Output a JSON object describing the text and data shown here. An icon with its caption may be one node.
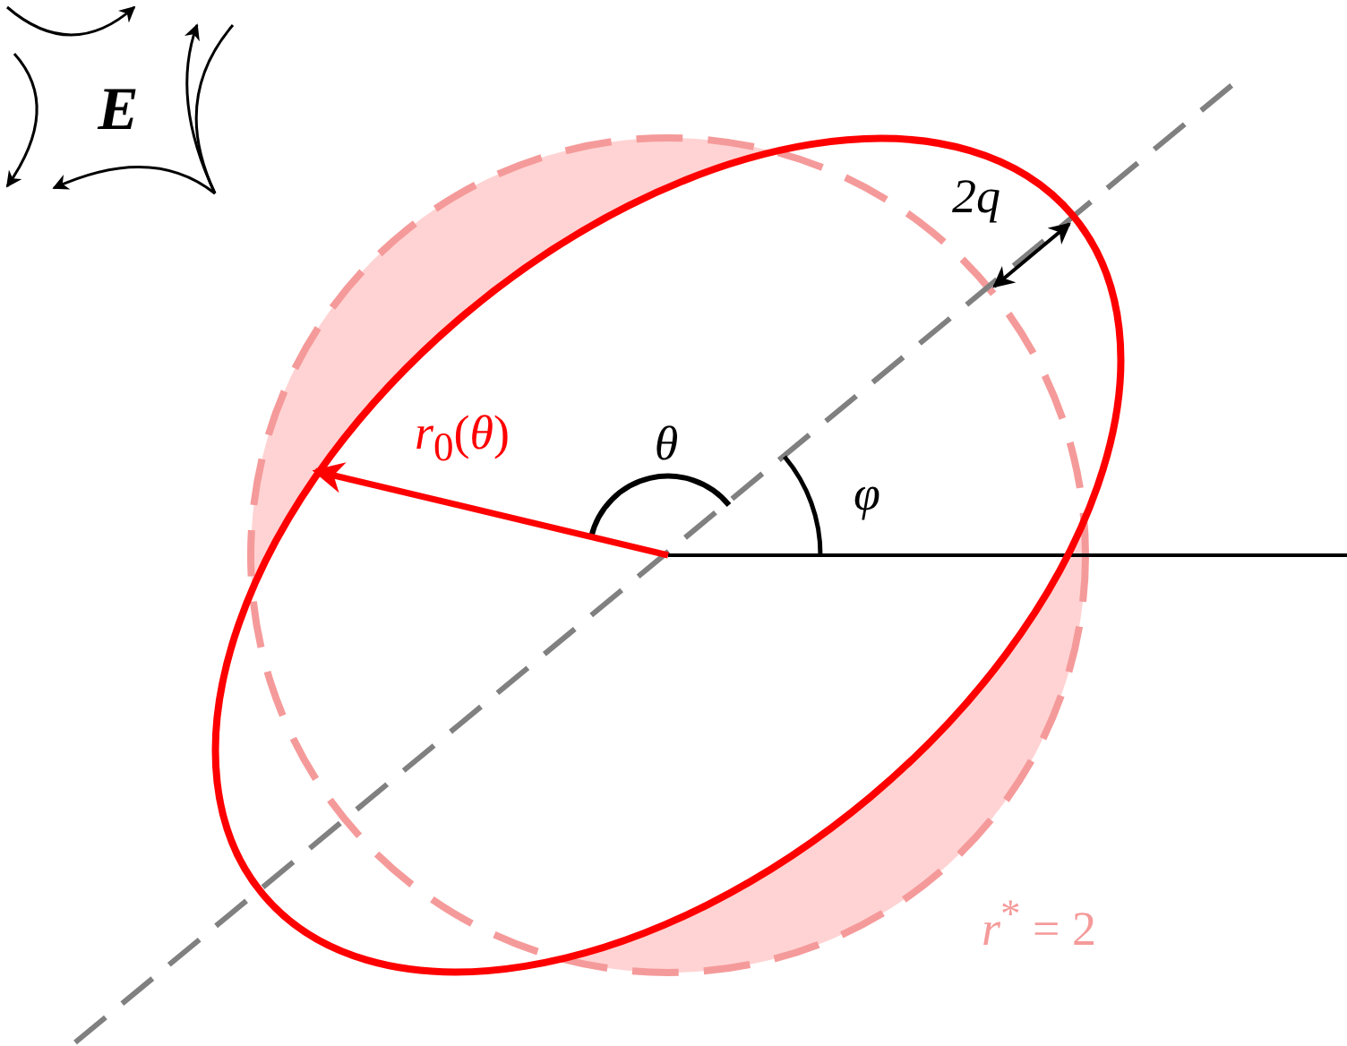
{
  "diagram": {
    "labels": [
      "E",
      "2q",
      "*r*$_{0}$(*θ*)",
      "θ",
      "φ",
      "*r*$^{*}$ = 2"
    ]
  }
}
